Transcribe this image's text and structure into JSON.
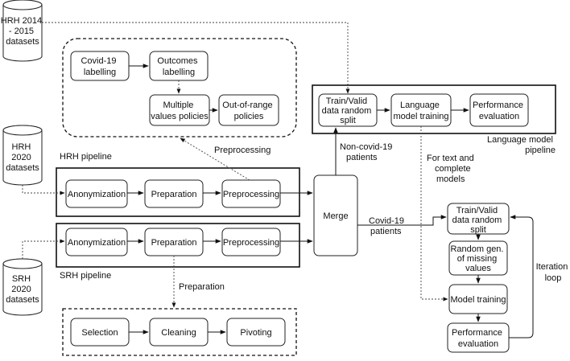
{
  "datasets": {
    "hrh_2014": [
      "HRH 2014",
      "- 2015",
      "datasets"
    ],
    "hrh_2020": [
      "HRH",
      "2020",
      "datasets"
    ],
    "srh_2020": [
      "SRH",
      "2020",
      "datasets"
    ]
  },
  "preprocessing_group": {
    "covid_labelling": [
      "Covid-19",
      "labelling"
    ],
    "outcomes_labelling": [
      "Outcomes",
      "labelling"
    ],
    "multiple_values": [
      "Multiple",
      "values policies"
    ],
    "out_of_range": [
      "Out-of-range",
      "policies"
    ]
  },
  "hrh_pipeline": {
    "title": "HRH pipeline",
    "anonymization": "Anonymization",
    "preparation": "Preparation",
    "preprocessing": "Preprocessing"
  },
  "srh_pipeline": {
    "title": "SRH pipeline",
    "anonymization": "Anonymization",
    "preparation": "Preparation",
    "preprocessing": "Preprocessing"
  },
  "preparation_group": {
    "selection": "Selection",
    "cleaning": "Cleaning",
    "pivoting": "Pivoting"
  },
  "merge": "Merge",
  "language_pipeline": {
    "title": [
      "Language model",
      "pipeline"
    ],
    "split": [
      "Train/Valid",
      "data random",
      "split"
    ],
    "training": [
      "Language",
      "model training"
    ],
    "evaluation": [
      "Performance",
      "evaluation"
    ]
  },
  "right_pipeline": {
    "split": [
      "Train/Valid",
      "data random",
      "split"
    ],
    "random_gen": [
      "Random gen.",
      "of missing",
      "values"
    ],
    "training": "Model training",
    "evaluation": [
      "Performance",
      "evaluation"
    ]
  },
  "labels": {
    "preprocessing": "Preprocessing",
    "preparation": "Preparation",
    "non_covid": [
      "Non-covid-19",
      "patients"
    ],
    "covid": [
      "Covid-19",
      "patients"
    ],
    "for_text": [
      "For text and",
      "complete",
      "models"
    ],
    "iteration": [
      "Iteration",
      "loop"
    ]
  }
}
